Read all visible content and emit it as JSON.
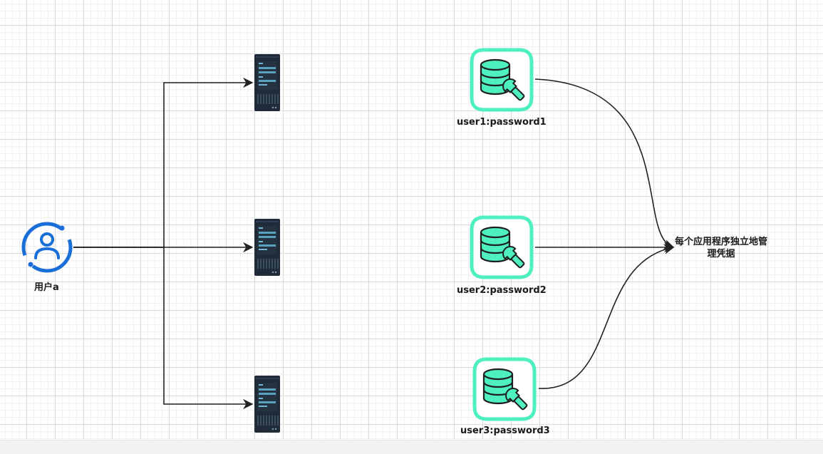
{
  "diagram": {
    "user": {
      "label": "用户a",
      "icon": "user-circle-icon",
      "color": "#1a6ed8"
    },
    "servers": [
      {
        "icon": "server-rack-icon"
      },
      {
        "icon": "server-rack-icon"
      },
      {
        "icon": "server-rack-icon"
      }
    ],
    "databases": [
      {
        "label": "user1:password1",
        "icon": "database-settings-icon"
      },
      {
        "label": "user2:password2",
        "icon": "database-settings-icon"
      },
      {
        "label": "user3:password3",
        "icon": "database-settings-icon"
      }
    ],
    "note": {
      "label": "每个应用程序独立地管理凭据"
    },
    "colors": {
      "db_accent": "#4ef0c0",
      "db_dark": "#1f1f1f",
      "server_body": "#1f2b38",
      "server_accent": "#6fb6d6",
      "edge": "#222222"
    }
  }
}
